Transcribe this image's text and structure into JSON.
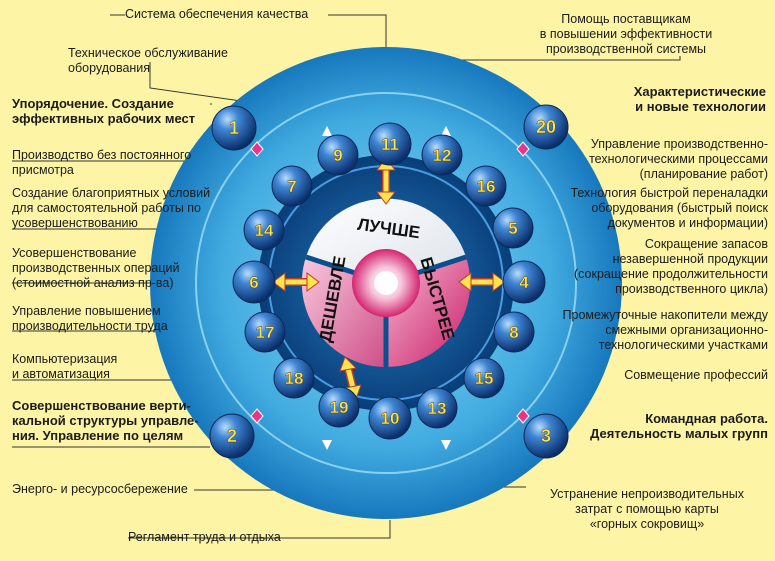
{
  "colors": {
    "background": "#fdf4a6",
    "ring_outer": "#1b7fc4",
    "ring_inner": "#5cc3ec",
    "core_blue": "#0a4f8e",
    "sphere": "#1d63b0",
    "wedge_magenta": "#d4246f",
    "arrow_yellow": "#ffe44d",
    "connector_pink": "#e8358a"
  },
  "center": {
    "better": "ЛУЧШЕ",
    "faster": "БЫСТРЕЕ",
    "cheaper": "ДЕШЕВЛЕ"
  },
  "nodes": {
    "n1": "1",
    "n2": "2",
    "n3": "3",
    "n4": "4",
    "n5": "5",
    "n6": "6",
    "n7": "7",
    "n8": "8",
    "n9": "9",
    "n10": "10",
    "n11": "11",
    "n12": "12",
    "n13": "13",
    "n14": "14",
    "n15": "15",
    "n16": "16",
    "n17": "17",
    "n18": "18",
    "n19": "19",
    "n20": "20"
  },
  "labels": {
    "quality_system": "Система обеспечения качества",
    "maintenance": "Техническое обслуживание\nоборудования",
    "ordering": "Упорядочение. Создание\nэффективных рабочих мест",
    "no_supervision": "Производство без постоянного\nприсмотра",
    "independent_work": "Создание благоприятных условий\nдля самостоятельной работы по\nусовершенствованию",
    "operation_improvement": "Усовершенствование\nпроизводственных операций\n(стоимостной анализ пр-ва)",
    "productivity_mgmt": "Управление повышением\nпроизводительности труда",
    "computerization": "Компьютеризация\nи автоматизация",
    "vertical_structure": "Совершенствование верти-\nкальной структуры управле-\nния. Управление по целям",
    "energy_saving": "Энерго- и ресурсосбережение",
    "work_rest": "Регламент труда и отдыха",
    "supplier_help": "Помощь поставщикам\nв повышении эффективности\nпроизводственной системы",
    "new_tech": "Характеристические\nи новые технологии",
    "process_mgmt": "Управление производственно-\nтехнологическими процессами\n(планирование работ)",
    "quick_changeover": "Технология быстрой переналадки\nоборудования (быстрый поиск\nдокументов и информации)",
    "wip_reduction": "Сокращение запасов\nнезавершенной продукции\n(сокращение продолжительности\nпроизводственного цикла)",
    "buffers": "Промежуточные накопители между\nсмежными организационно-\nтехнологическими участками",
    "job_combination": "Совмещение профессий",
    "teamwork": "Командная работа.\nДеятельность малых групп",
    "waste_elimination": "Устранение непроизводительных\nзатрат с помощью карты\n«горных сокровищ»"
  }
}
